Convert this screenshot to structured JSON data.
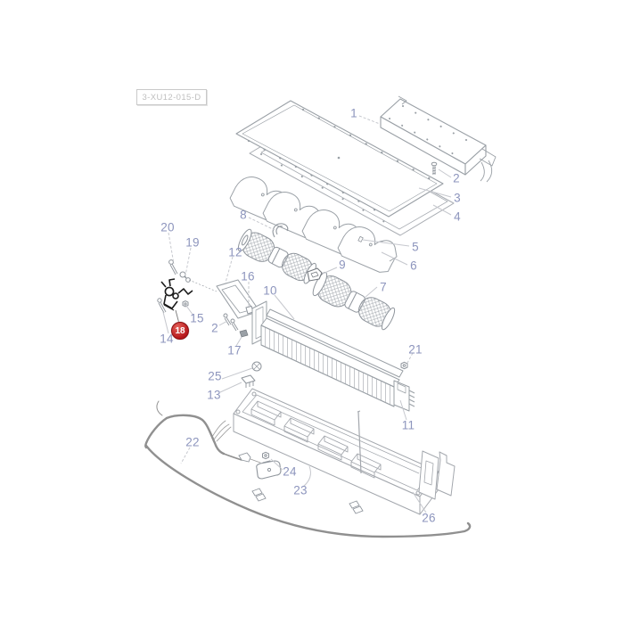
{
  "diagram": {
    "ref_code": "3-XU12-015-D",
    "highlighted_part": "18",
    "colors": {
      "callout_text": "#8d95bd",
      "highlight_fill": "#b5161a",
      "line_art": "#a9adb3",
      "harness": "#909090",
      "black_part": "#1c1c1c",
      "background": "#ffffff"
    },
    "callouts": [
      {
        "num": "1"
      },
      {
        "num": "2"
      },
      {
        "num": "3"
      },
      {
        "num": "4"
      },
      {
        "num": "5"
      },
      {
        "num": "6"
      },
      {
        "num": "7"
      },
      {
        "num": "8"
      },
      {
        "num": "9"
      },
      {
        "num": "10"
      },
      {
        "num": "11"
      },
      {
        "num": "12"
      },
      {
        "num": "13"
      },
      {
        "num": "14"
      },
      {
        "num": "15"
      },
      {
        "num": "16"
      },
      {
        "num": "17"
      },
      {
        "num": "18"
      },
      {
        "num": "19"
      },
      {
        "num": "20"
      },
      {
        "num": "21"
      },
      {
        "num": "2"
      },
      {
        "num": "22"
      },
      {
        "num": "23"
      },
      {
        "num": "24"
      },
      {
        "num": "25"
      },
      {
        "num": "26"
      }
    ]
  }
}
